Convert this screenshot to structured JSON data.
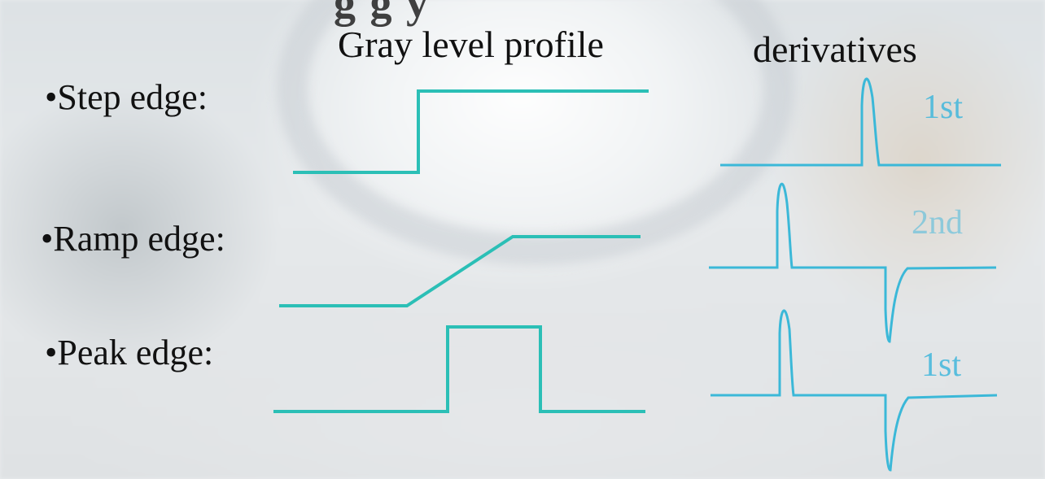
{
  "header_fragment": "g      g y",
  "columns": {
    "profile_title": "Gray level profile",
    "derivatives_title": "derivatives"
  },
  "rows": [
    {
      "label": "•Step edge:",
      "derivative_label": "1st"
    },
    {
      "label": "•Ramp edge:",
      "derivative_label": "2nd"
    },
    {
      "label": "•Peak edge:",
      "derivative_label": "1st"
    }
  ],
  "colors": {
    "profile_line": "#2bbfb6",
    "derivative_line": "#3bb8d8"
  }
}
